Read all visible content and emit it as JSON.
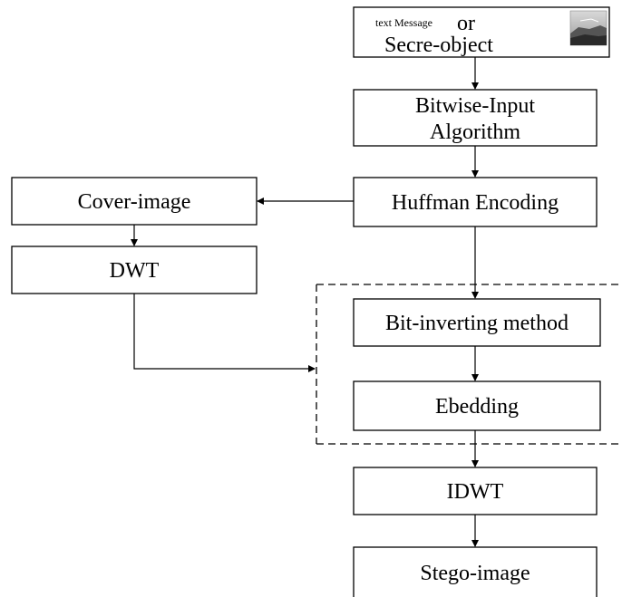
{
  "nodes": {
    "input": {
      "small": "text Message",
      "or": "or",
      "line2": "Secre-object"
    },
    "bitwise": {
      "line1": "Bitwise-Input",
      "line2": "Algorithm"
    },
    "huffman": "Huffman Encoding",
    "cover": "Cover-image",
    "dwt": "DWT",
    "bitinv": "Bit-inverting method",
    "embed": "Ebedding",
    "idwt": "IDWT",
    "stego": "Stego-image"
  },
  "icons": {
    "thumbnail": "secret-image-thumbnail"
  }
}
